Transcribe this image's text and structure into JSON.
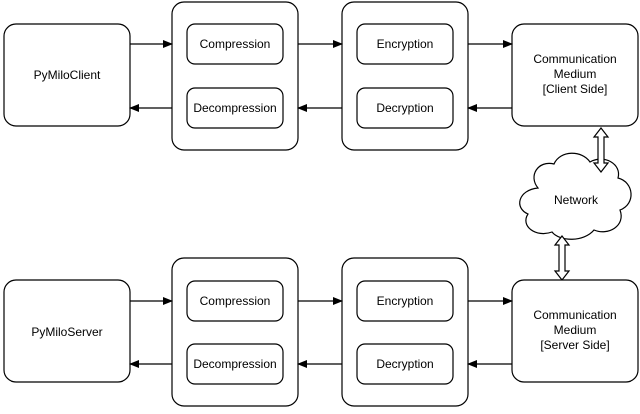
{
  "client_side": {
    "app": "PyMiloClient",
    "compress_group": {
      "compress": "Compression",
      "decompress": "Decompression"
    },
    "encrypt_group": {
      "encrypt": "Encryption",
      "decrypt": "Decryption"
    },
    "medium": {
      "line1": "Communication",
      "line2": "Medium",
      "line3": "[Client Side]"
    }
  },
  "network": {
    "label": "Network"
  },
  "server_side": {
    "app": "PyMiloServer",
    "compress_group": {
      "compress": "Compression",
      "decompress": "Decompression"
    },
    "encrypt_group": {
      "encrypt": "Encryption",
      "decrypt": "Decryption"
    },
    "medium": {
      "line1": "Communication",
      "line2": "Medium",
      "line3": "[Server Side]"
    }
  }
}
